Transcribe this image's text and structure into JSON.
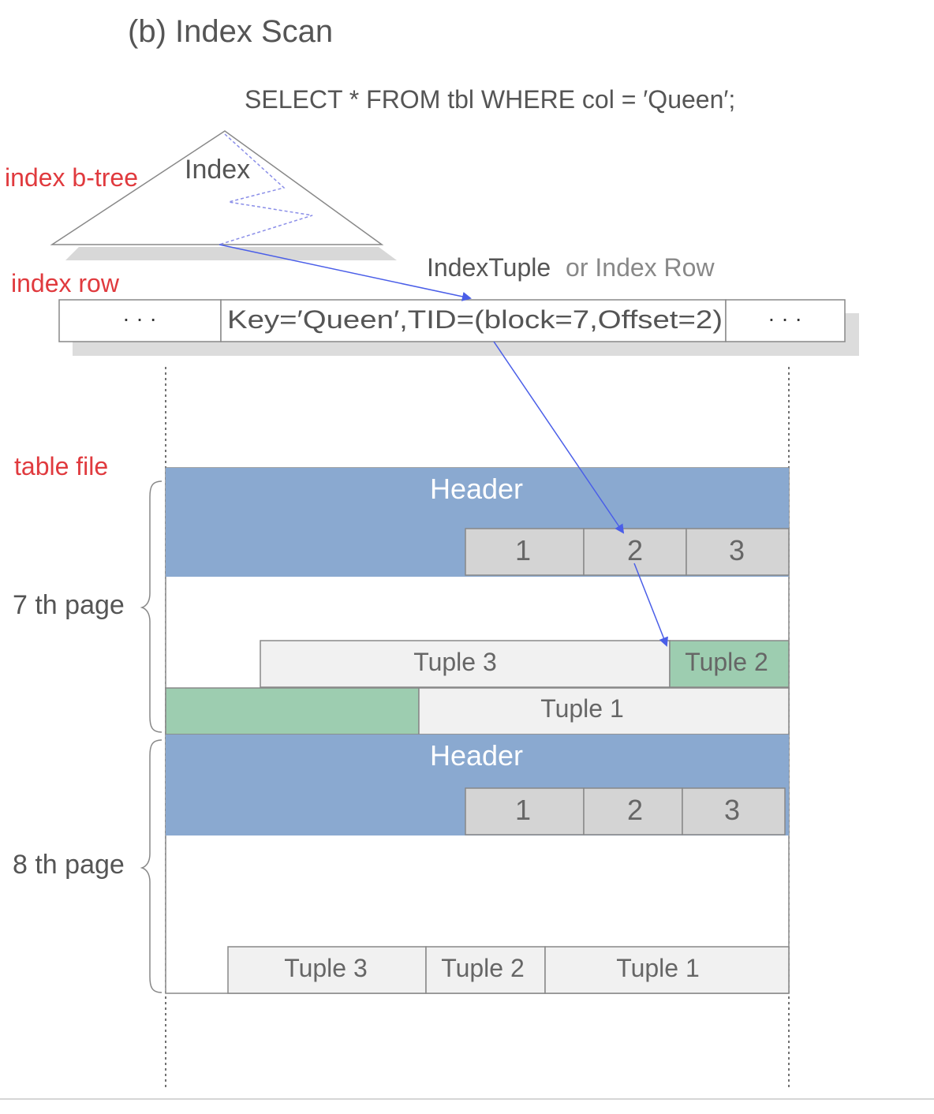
{
  "title": "(b) Index Scan",
  "query": "SELECT * FROM tbl WHERE  col = ′Queen′;",
  "labels": {
    "index_btree": "index b-tree",
    "index_row": "index row",
    "table_file": "table file",
    "page7": "7 th page",
    "page8": "8 th page"
  },
  "index_tree": {
    "label": "Index"
  },
  "index_tuple": {
    "caption_main": "IndexTuple",
    "caption_alt": "or Index Row",
    "left_ellipsis": "·   ·   ·",
    "entry": "Key=′Queen′,TID=(block=7,Offset=2)",
    "right_ellipsis": "·   ·   ·"
  },
  "page7": {
    "header": "Header",
    "pointers": [
      "1",
      "2",
      "3"
    ],
    "tuple3": "Tuple 3",
    "tuple2": "Tuple  2",
    "tuple1": "Tuple 1"
  },
  "page8": {
    "header": "Header",
    "pointers": [
      "1",
      "2",
      "3"
    ],
    "tuple3": "Tuple 3",
    "tuple2": "Tuple  2",
    "tuple1": "Tuple 1"
  },
  "colors": {
    "red_label": "#e03a3e",
    "gray_text": "#555555",
    "header_fill": "#8aa9d0",
    "pointer_fill": "#d4d4d4",
    "tuple_fill": "#f1f1f1",
    "highlight_fill": "#9dcdb0",
    "arrow": "#4a5ee8",
    "border": "#888888"
  }
}
